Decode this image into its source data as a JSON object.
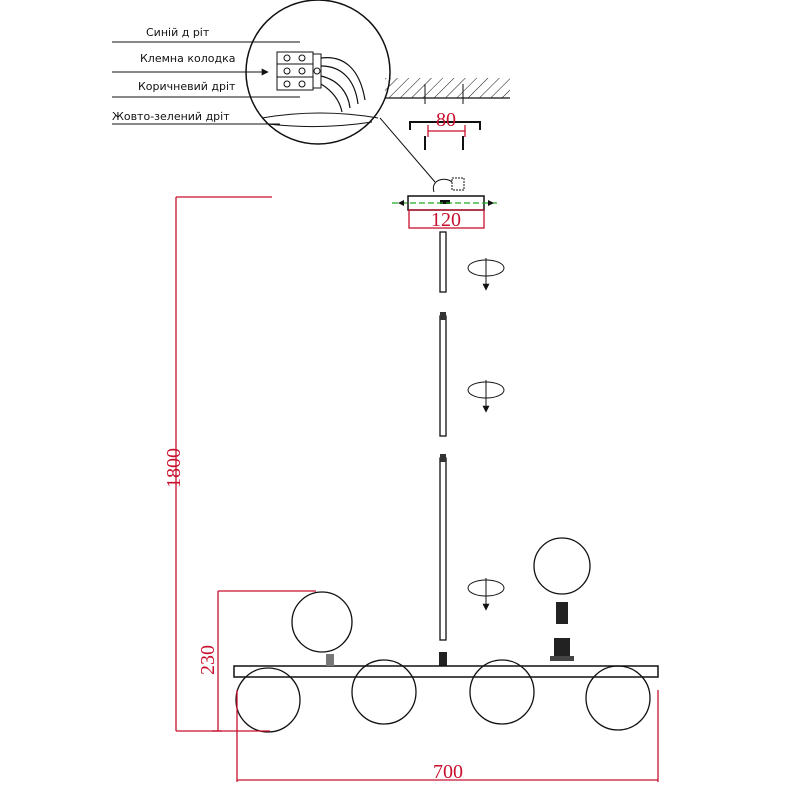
{
  "labels": {
    "blue_wire": "Синій д ріт",
    "terminal_block": "Клемна колодка",
    "brown_wire": "Коричневий дріт",
    "ground_wire": "Жовто-зелений дріт"
  },
  "dimensions": {
    "bracket_width": "80",
    "canopy_width": "120",
    "total_height": "1800",
    "globe_height": "230",
    "total_width": "700"
  },
  "colors": {
    "dimension": "#c8102e",
    "line": "#111111",
    "guide": "#22aa22"
  }
}
